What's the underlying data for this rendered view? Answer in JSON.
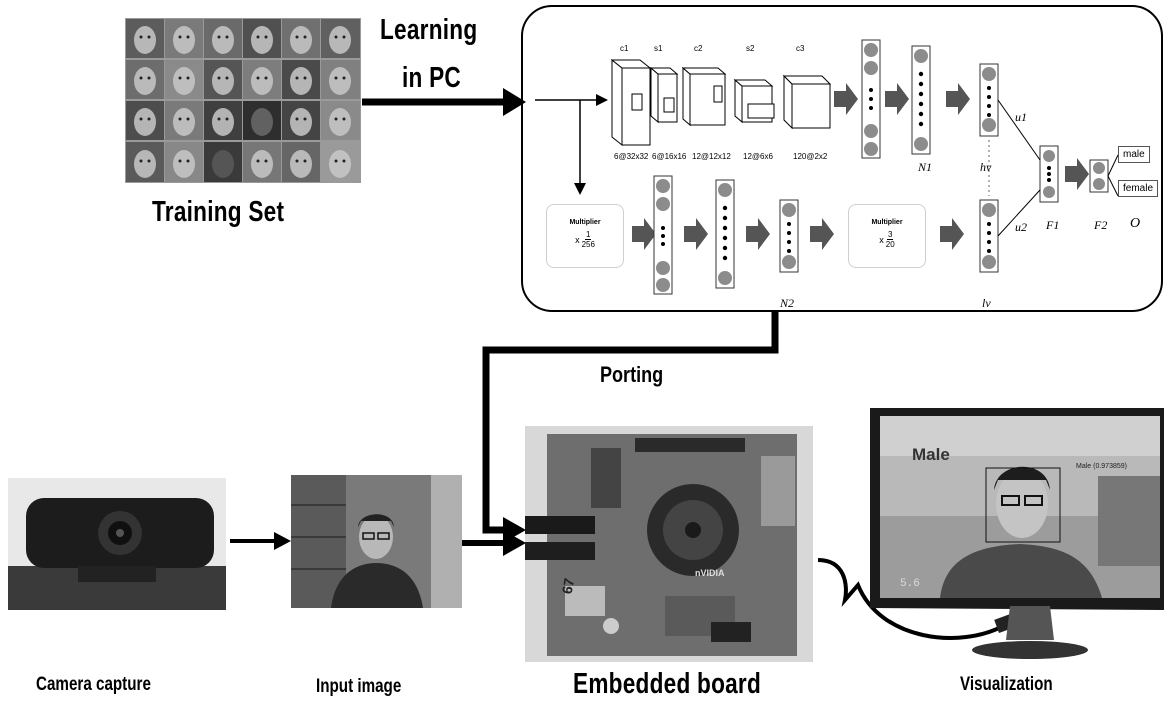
{
  "labels": {
    "learning_line1": "Learning",
    "learning_line2": "in PC",
    "training_set": "Training Set",
    "porting": "Porting",
    "camera_capture": "Camera capture",
    "input_image": "Input image",
    "embedded_board": "Embedded board",
    "visualization": "Visualization"
  },
  "cnn": {
    "layers": [
      "c1",
      "s1",
      "c2",
      "s2",
      "c3"
    ],
    "sizes": [
      "6@32x32",
      "6@16x16",
      "12@12x12",
      "12@6x6",
      "120@2x2"
    ],
    "n1": "N1",
    "n2": "N2",
    "hv": "hv",
    "lv": "lv",
    "u1": "u1",
    "u2": "u2",
    "f1": "F1",
    "f2": "F2",
    "o": "O",
    "outputs": [
      "male",
      "female"
    ],
    "multiplier_title": "Multiplier",
    "mult1": {
      "num": "1",
      "den": "256"
    },
    "mult2": {
      "num": "3",
      "den": "20"
    },
    "times": "x"
  },
  "screen": {
    "prediction": "Male",
    "score": "Male (0.973859)",
    "fps": "5.6"
  },
  "board": {
    "chip_label": "nVIDIA",
    "sticker": "67"
  },
  "colors": {
    "arrow": "#000000",
    "node": "#8c8c8c",
    "grey_arrow": "#555555"
  }
}
